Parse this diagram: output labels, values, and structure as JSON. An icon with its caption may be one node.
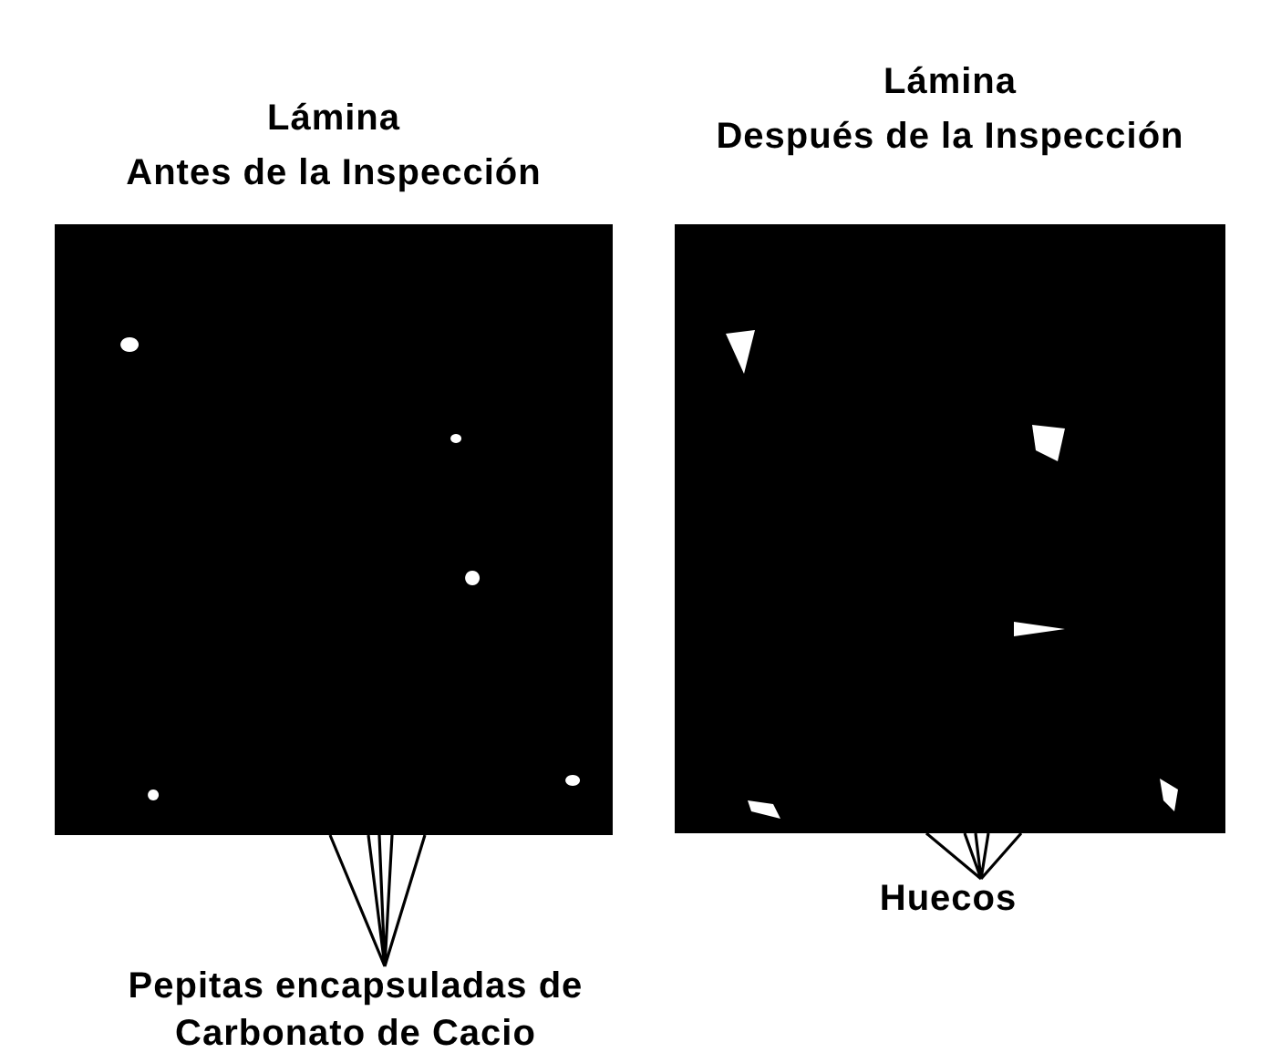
{
  "diagram": {
    "nodes": [
      {
        "text": [
          "Lámina",
          "Antes de la Inspección"
        ]
      },
      {
        "text": [
          "Lámina",
          "Después de la Inspección"
        ]
      },
      {
        "text": [
          "Pepitas encapsuladas de Carbonato de Cacio"
        ]
      },
      {
        "text": [
          "Huecos"
        ]
      }
    ],
    "edges": [
      {
        "from": 2,
        "to": 0,
        "arrow": "none"
      },
      {
        "from": 3,
        "to": 1,
        "arrow": "none"
      }
    ]
  }
}
